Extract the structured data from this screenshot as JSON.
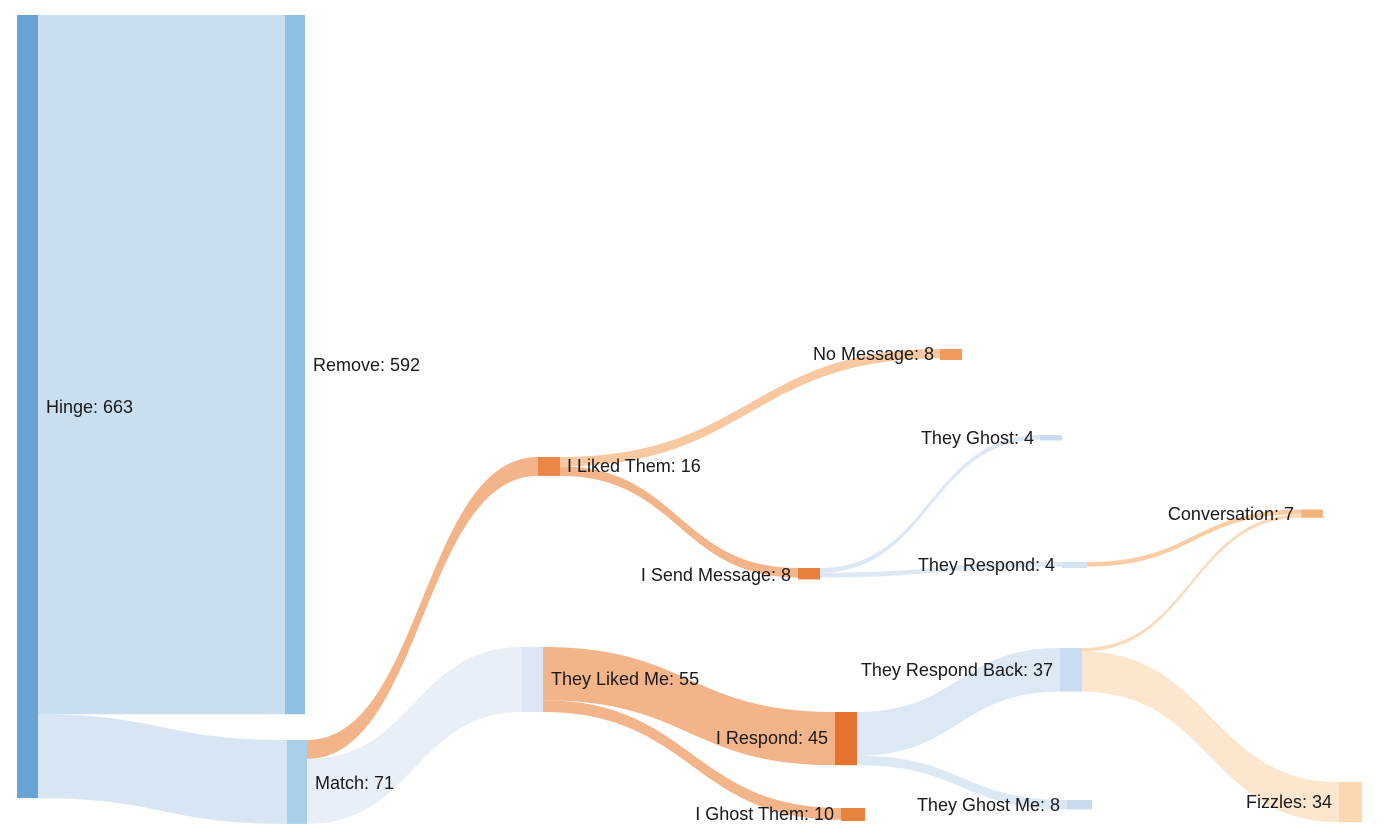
{
  "chart_data": {
    "type": "sankey",
    "title": "",
    "background": "#ffffff",
    "label_color": "#1a1a1a",
    "nodes": [
      {
        "label": "Hinge",
        "value": 663,
        "label_full": "Hinge: 663",
        "color": "#69A3D3"
      },
      {
        "label": "Remove",
        "value": 592,
        "label_full": "Remove: 592",
        "color": "#8FC1E2"
      },
      {
        "label": "Match",
        "value": 71,
        "label_full": "Match: 71",
        "color": "#A9D0E8"
      },
      {
        "label": "I Liked Them",
        "value": 16,
        "label_full": "I Liked Them: 16",
        "color": "#EB8648"
      },
      {
        "label": "They Liked Me",
        "value": 55,
        "label_full": "They Liked Me: 55",
        "color": "#DCE7F3"
      },
      {
        "label": "I Send Message",
        "value": 8,
        "label_full": "I Send Message: 8",
        "color": "#E8803C"
      },
      {
        "label": "No Message",
        "value": 8,
        "label_full": "No Message: 8",
        "color": "#F09A5D"
      },
      {
        "label": "They Ghost",
        "value": 4,
        "label_full": "They Ghost: 4",
        "color": "#C9DCEF"
      },
      {
        "label": "They Respond",
        "value": 4,
        "label_full": "They Respond: 4",
        "color": "#D5E3F1"
      },
      {
        "label": "I Respond",
        "value": 45,
        "label_full": "I Respond: 45",
        "color": "#E2742E"
      },
      {
        "label": "I Ghost Them",
        "value": 10,
        "label_full": "I Ghost Them: 10",
        "color": "#E8823F"
      },
      {
        "label": "They Respond Back",
        "value": 37,
        "label_full": "They Respond Back: 37",
        "color": "#CBDCF0"
      },
      {
        "label": "They Ghost Me",
        "value": 8,
        "label_full": "They Ghost Me: 8",
        "color": "#C7DAEE"
      },
      {
        "label": "Conversation",
        "value": 7,
        "label_full": "Conversation: 7",
        "color": "#F5B37C"
      },
      {
        "label": "Fizzles",
        "value": 34,
        "label_full": "Fizzles: 34",
        "color": "#FBD8B0"
      }
    ],
    "links": [
      {
        "source": "Hinge",
        "target": "Remove",
        "value": 592,
        "color": "#C9DFF0"
      },
      {
        "source": "Hinge",
        "target": "Match",
        "value": 71,
        "color": "#D8E6F3"
      },
      {
        "source": "Match",
        "target": "I Liked Them",
        "value": 16,
        "color": "#F3B489"
      },
      {
        "source": "Match",
        "target": "They Liked Me",
        "value": 55,
        "color": "#E9EFF7"
      },
      {
        "source": "I Liked Them",
        "target": "No Message",
        "value": 8,
        "color": "#F8C9A1"
      },
      {
        "source": "I Liked Them",
        "target": "I Send Message",
        "value": 8,
        "color": "#F3B489"
      },
      {
        "source": "They Liked Me",
        "target": "I Respond",
        "value": 45,
        "color": "#F3B489"
      },
      {
        "source": "They Liked Me",
        "target": "I Ghost Them",
        "value": 10,
        "color": "#F3B489"
      },
      {
        "source": "I Send Message",
        "target": "They Ghost",
        "value": 4,
        "color": "#DCE8F4"
      },
      {
        "source": "I Send Message",
        "target": "They Respond",
        "value": 4,
        "color": "#DCE8F4"
      },
      {
        "source": "I Respond",
        "target": "They Respond Back",
        "value": 37,
        "color": "#DCE8F4"
      },
      {
        "source": "I Respond",
        "target": "They Ghost Me",
        "value": 8,
        "color": "#DCE8F4"
      },
      {
        "source": "They Respond",
        "target": "Conversation",
        "value": 4,
        "color": "#FACDA3"
      },
      {
        "source": "They Respond Back",
        "target": "Conversation",
        "value": 3,
        "color": "#FBDABA"
      },
      {
        "source": "They Respond Back",
        "target": "Fizzles",
        "value": 34,
        "color": "#FCE6CD"
      }
    ]
  }
}
